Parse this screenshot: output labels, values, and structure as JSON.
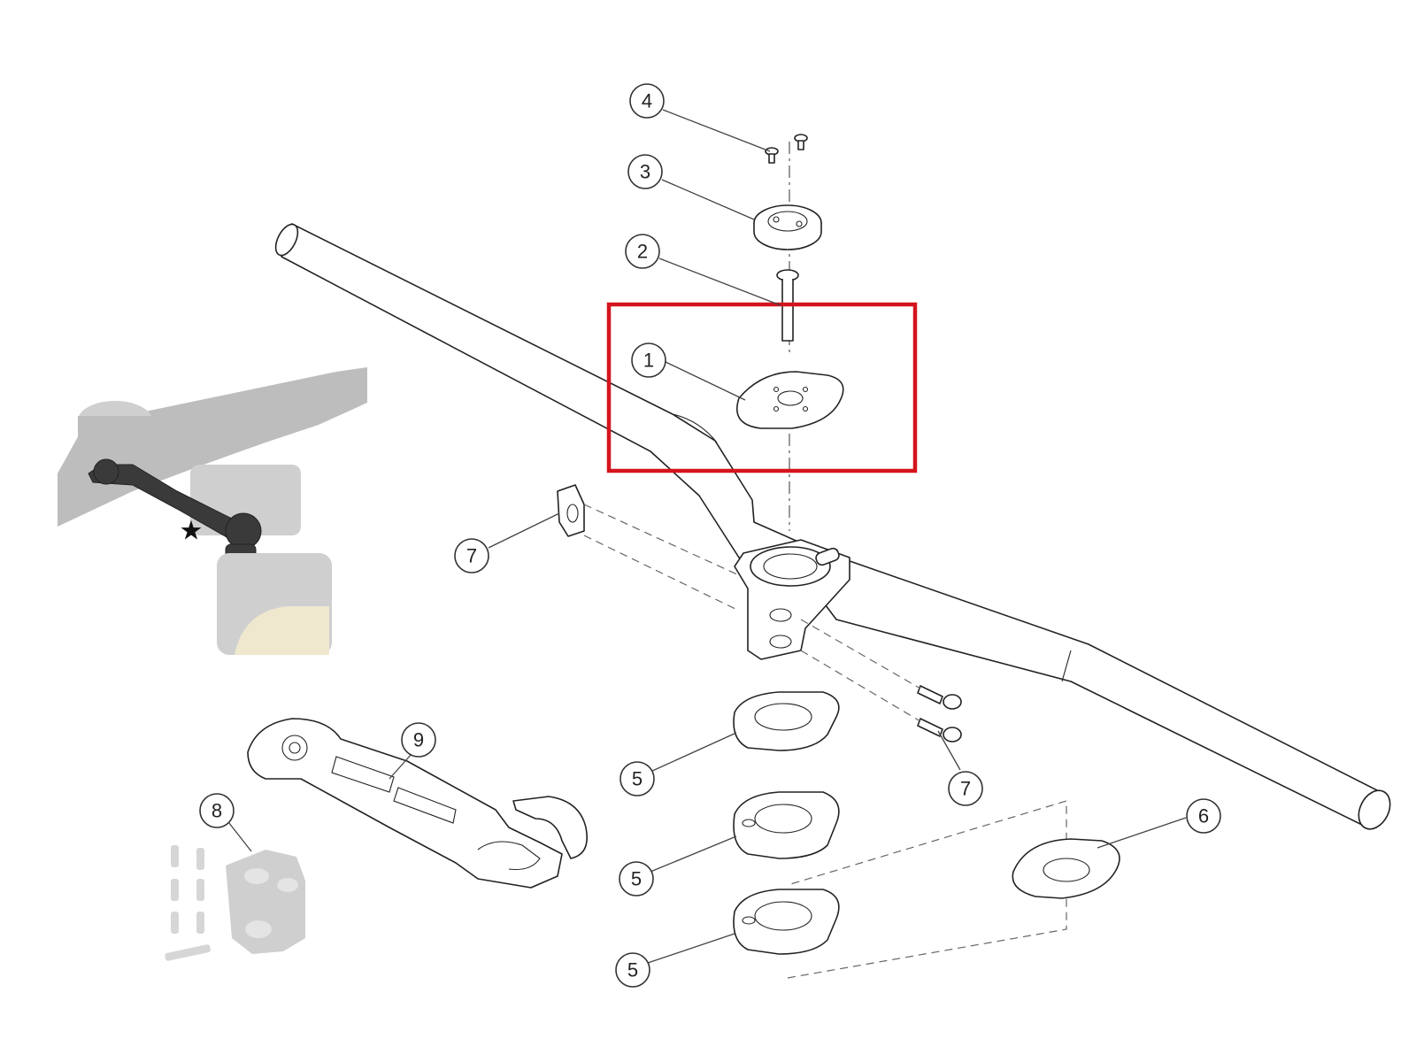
{
  "callouts": [
    {
      "id": "c4",
      "label": "4"
    },
    {
      "id": "c3",
      "label": "3"
    },
    {
      "id": "c2",
      "label": "2"
    },
    {
      "id": "c1",
      "label": "1"
    },
    {
      "id": "c7a",
      "label": "7"
    },
    {
      "id": "c9",
      "label": "9"
    },
    {
      "id": "c8",
      "label": "8"
    },
    {
      "id": "c5a",
      "label": "5"
    },
    {
      "id": "c7b",
      "label": "7"
    },
    {
      "id": "c6",
      "label": "6"
    },
    {
      "id": "c5b",
      "label": "5"
    },
    {
      "id": "c5c",
      "label": "5"
    }
  ],
  "star_marker": "★",
  "colors": {
    "highlight": "#d4141c",
    "line": "#222222",
    "photo_gray": "#bdbdbd"
  }
}
